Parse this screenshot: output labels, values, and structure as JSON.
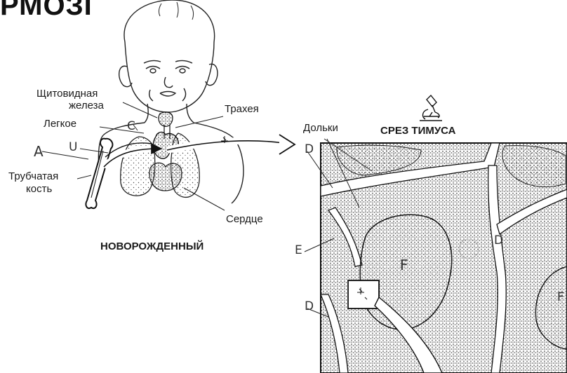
{
  "title": "РМОЗГ",
  "labels": {
    "thyroid_line1": "Щитовидная",
    "thyroid_line2": "железа",
    "trachea": "Трахея",
    "lung": "Легкое",
    "lobules": "Дольки",
    "section_title": "СРЕЗ ТИМУСА",
    "bone_line1": "Трубчатая",
    "bone_line2": "кость",
    "heart": "Сердце",
    "newborn": "НОВОРОЖДЕННЫЙ"
  },
  "letters": {
    "a": "A",
    "u": "U",
    "c": "C",
    "d1": "D",
    "d2": "D",
    "d3": "D",
    "e": "E",
    "f1": "F",
    "f2": "F"
  },
  "icons": {
    "microscope": "microscope-icon"
  }
}
